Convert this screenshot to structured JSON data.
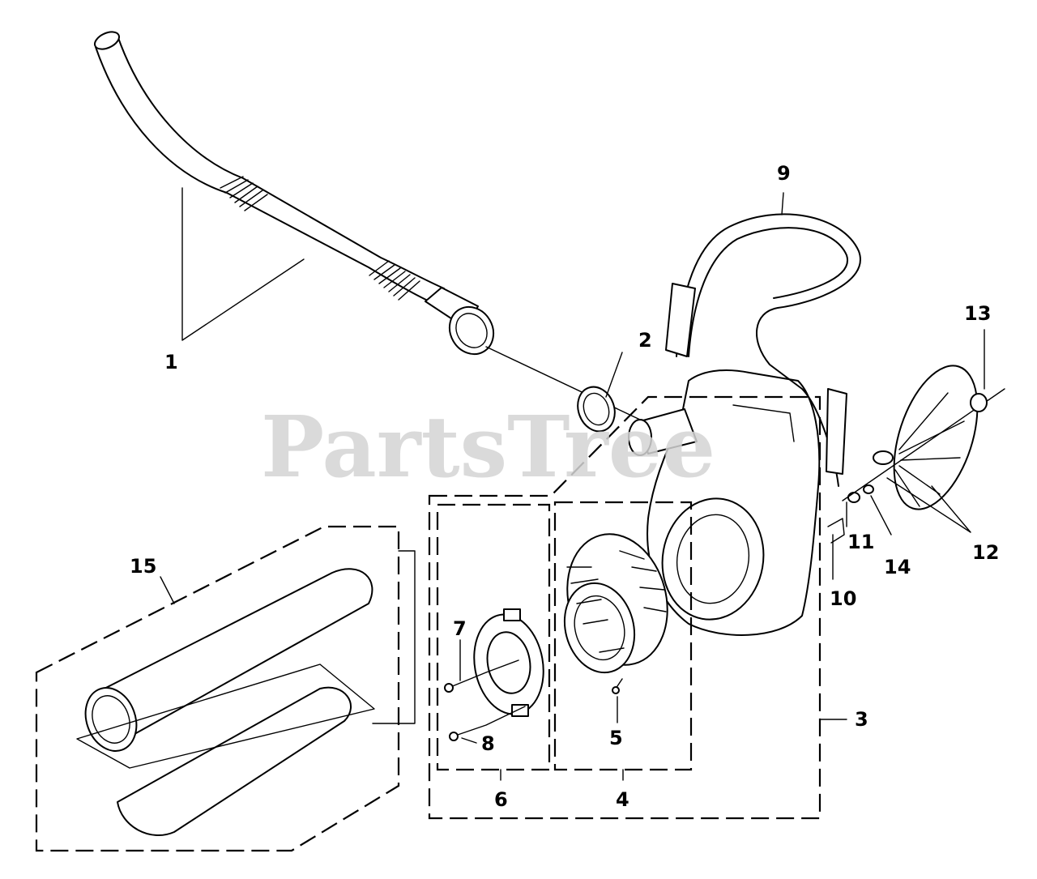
{
  "watermark": "PartsTree",
  "callouts": {
    "c1": "1",
    "c2": "2",
    "c3": "3",
    "c4": "4",
    "c5": "5",
    "c6": "6",
    "c7": "7",
    "c8": "8",
    "c9": "9",
    "c10": "10",
    "c11": "11",
    "c12": "12",
    "c13": "13",
    "c14": "14",
    "c15": "15"
  },
  "colors": {
    "line": "#000000",
    "background": "#ffffff",
    "watermark": "#d4d4d4"
  }
}
